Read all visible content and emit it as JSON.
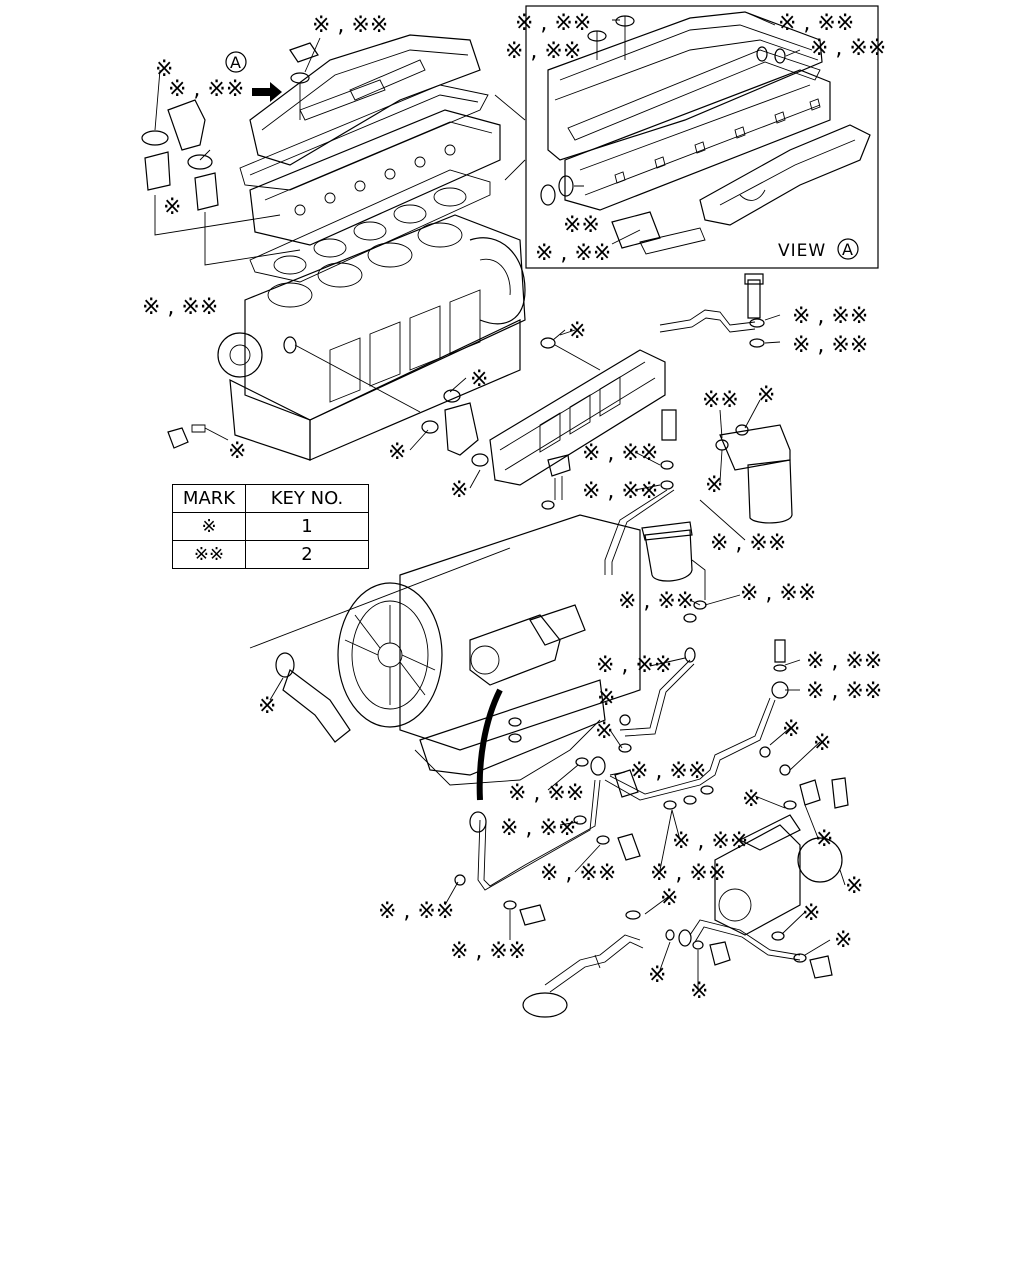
{
  "legend": {
    "header_mark": "MARK",
    "header_key": "KEY NO.",
    "rows": [
      {
        "mark": "※",
        "key": "1"
      },
      {
        "mark": "※※",
        "key": "2"
      }
    ]
  },
  "view": {
    "label": "VIEW",
    "letter": "A"
  },
  "arrow_ref": "A",
  "callouts": {
    "single": "※",
    "both": "※ , ※※",
    "double": "※※"
  }
}
